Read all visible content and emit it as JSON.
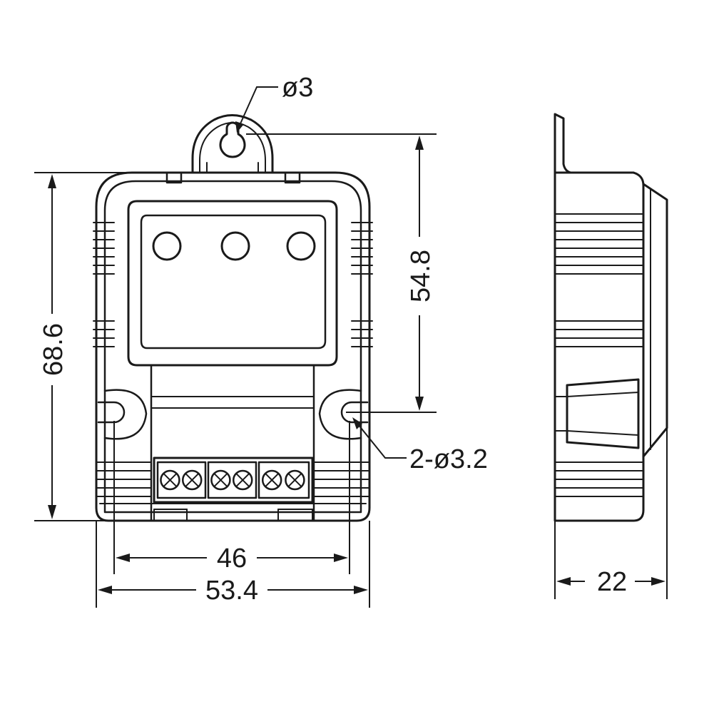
{
  "drawing": {
    "line_color": "#1a1a1a",
    "background": "#ffffff",
    "dimensions": {
      "hole_diameter": "ø3",
      "height_total": "68.6",
      "height_hole_spacing": "54.8",
      "mount_holes": "2-ø3.2",
      "width_hole_spacing": "46",
      "width_total": "53.4",
      "depth": "22"
    },
    "front_view": {
      "indicator_count": 3,
      "terminal_groups": 3,
      "screws_per_group": 2
    }
  }
}
